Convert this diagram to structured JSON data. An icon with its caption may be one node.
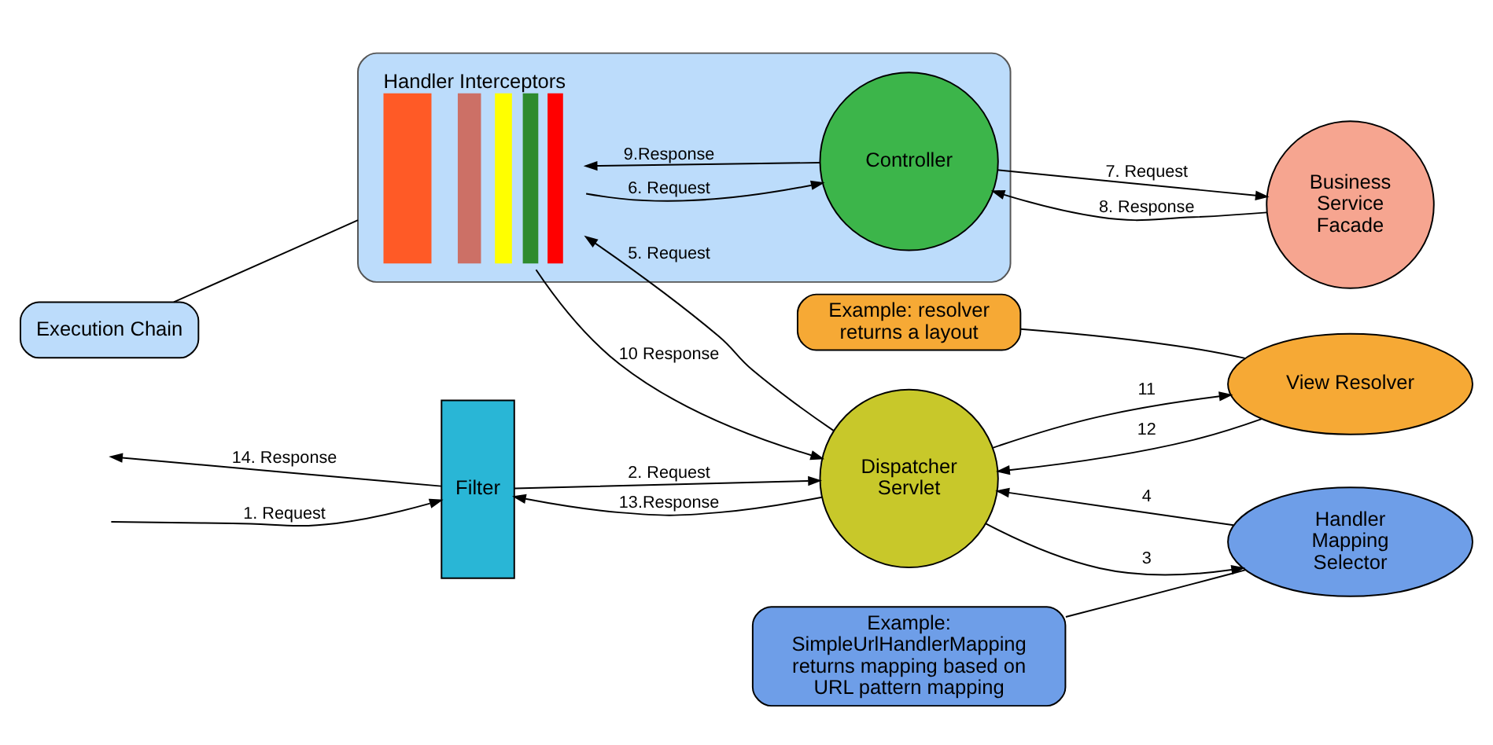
{
  "diagram": {
    "nodes": [
      {
        "text": [
          "Filter"
        ]
      },
      {
        "text": [
          "Dispatcher Servlet"
        ]
      },
      {
        "text": [],
        "shape": "box"
      },
      {
        "text": [
          "Handler Interceptors"
        ],
        "in": 2
      },
      {
        "text": [
          "Controller"
        ],
        "in": 2
      },
      {
        "text": [
          "Business Service Facade"
        ]
      },
      {
        "text": [
          "View Resolver"
        ]
      },
      {
        "text": [
          "Handler Mapping Selector"
        ]
      },
      {
        "text": [
          "Example: resolver returns a layout"
        ]
      },
      {
        "text": [
          "Example: SimpleUrlHandlerMapping returns mapping based on URL pattern mapping"
        ]
      },
      {
        "text": [
          "Execution Chain"
        ]
      }
    ],
    "edges": [
      {
        "from": null,
        "to": 0,
        "arrow": "to",
        "label": "1. Request"
      },
      {
        "from": 0,
        "to": 1,
        "arrow": "to",
        "label": "2. Request"
      },
      {
        "from": 1,
        "to": 7,
        "arrow": "to",
        "label": "3"
      },
      {
        "from": 7,
        "to": 1,
        "arrow": "to",
        "label": "4"
      },
      {
        "from": 1,
        "to": 3,
        "arrow": "to",
        "label": "5. Request"
      },
      {
        "from": 3,
        "to": 4,
        "arrow": "to",
        "label": "6. Request"
      },
      {
        "from": 4,
        "to": 5,
        "arrow": "to",
        "label": "7. Request"
      },
      {
        "from": 5,
        "to": 4,
        "arrow": "to",
        "label": "8. Response"
      },
      {
        "from": 4,
        "to": 3,
        "arrow": "to",
        "label": "9.Response"
      },
      {
        "from": 3,
        "to": 1,
        "arrow": "to",
        "label": "10 Response"
      },
      {
        "from": 1,
        "to": 6,
        "arrow": "to",
        "label": "11"
      },
      {
        "from": 6,
        "to": 1,
        "arrow": "to",
        "label": "12"
      },
      {
        "from": 1,
        "to": 0,
        "arrow": "to",
        "label": "13.Response"
      },
      {
        "from": 0,
        "to": null,
        "arrow": "to",
        "label": "14. Response"
      },
      {
        "from": 8,
        "to": 6,
        "arrow": "none"
      },
      {
        "from": 9,
        "to": 7,
        "arrow": "none"
      },
      {
        "from": 10,
        "to": 2,
        "arrow": "none"
      }
    ]
  }
}
